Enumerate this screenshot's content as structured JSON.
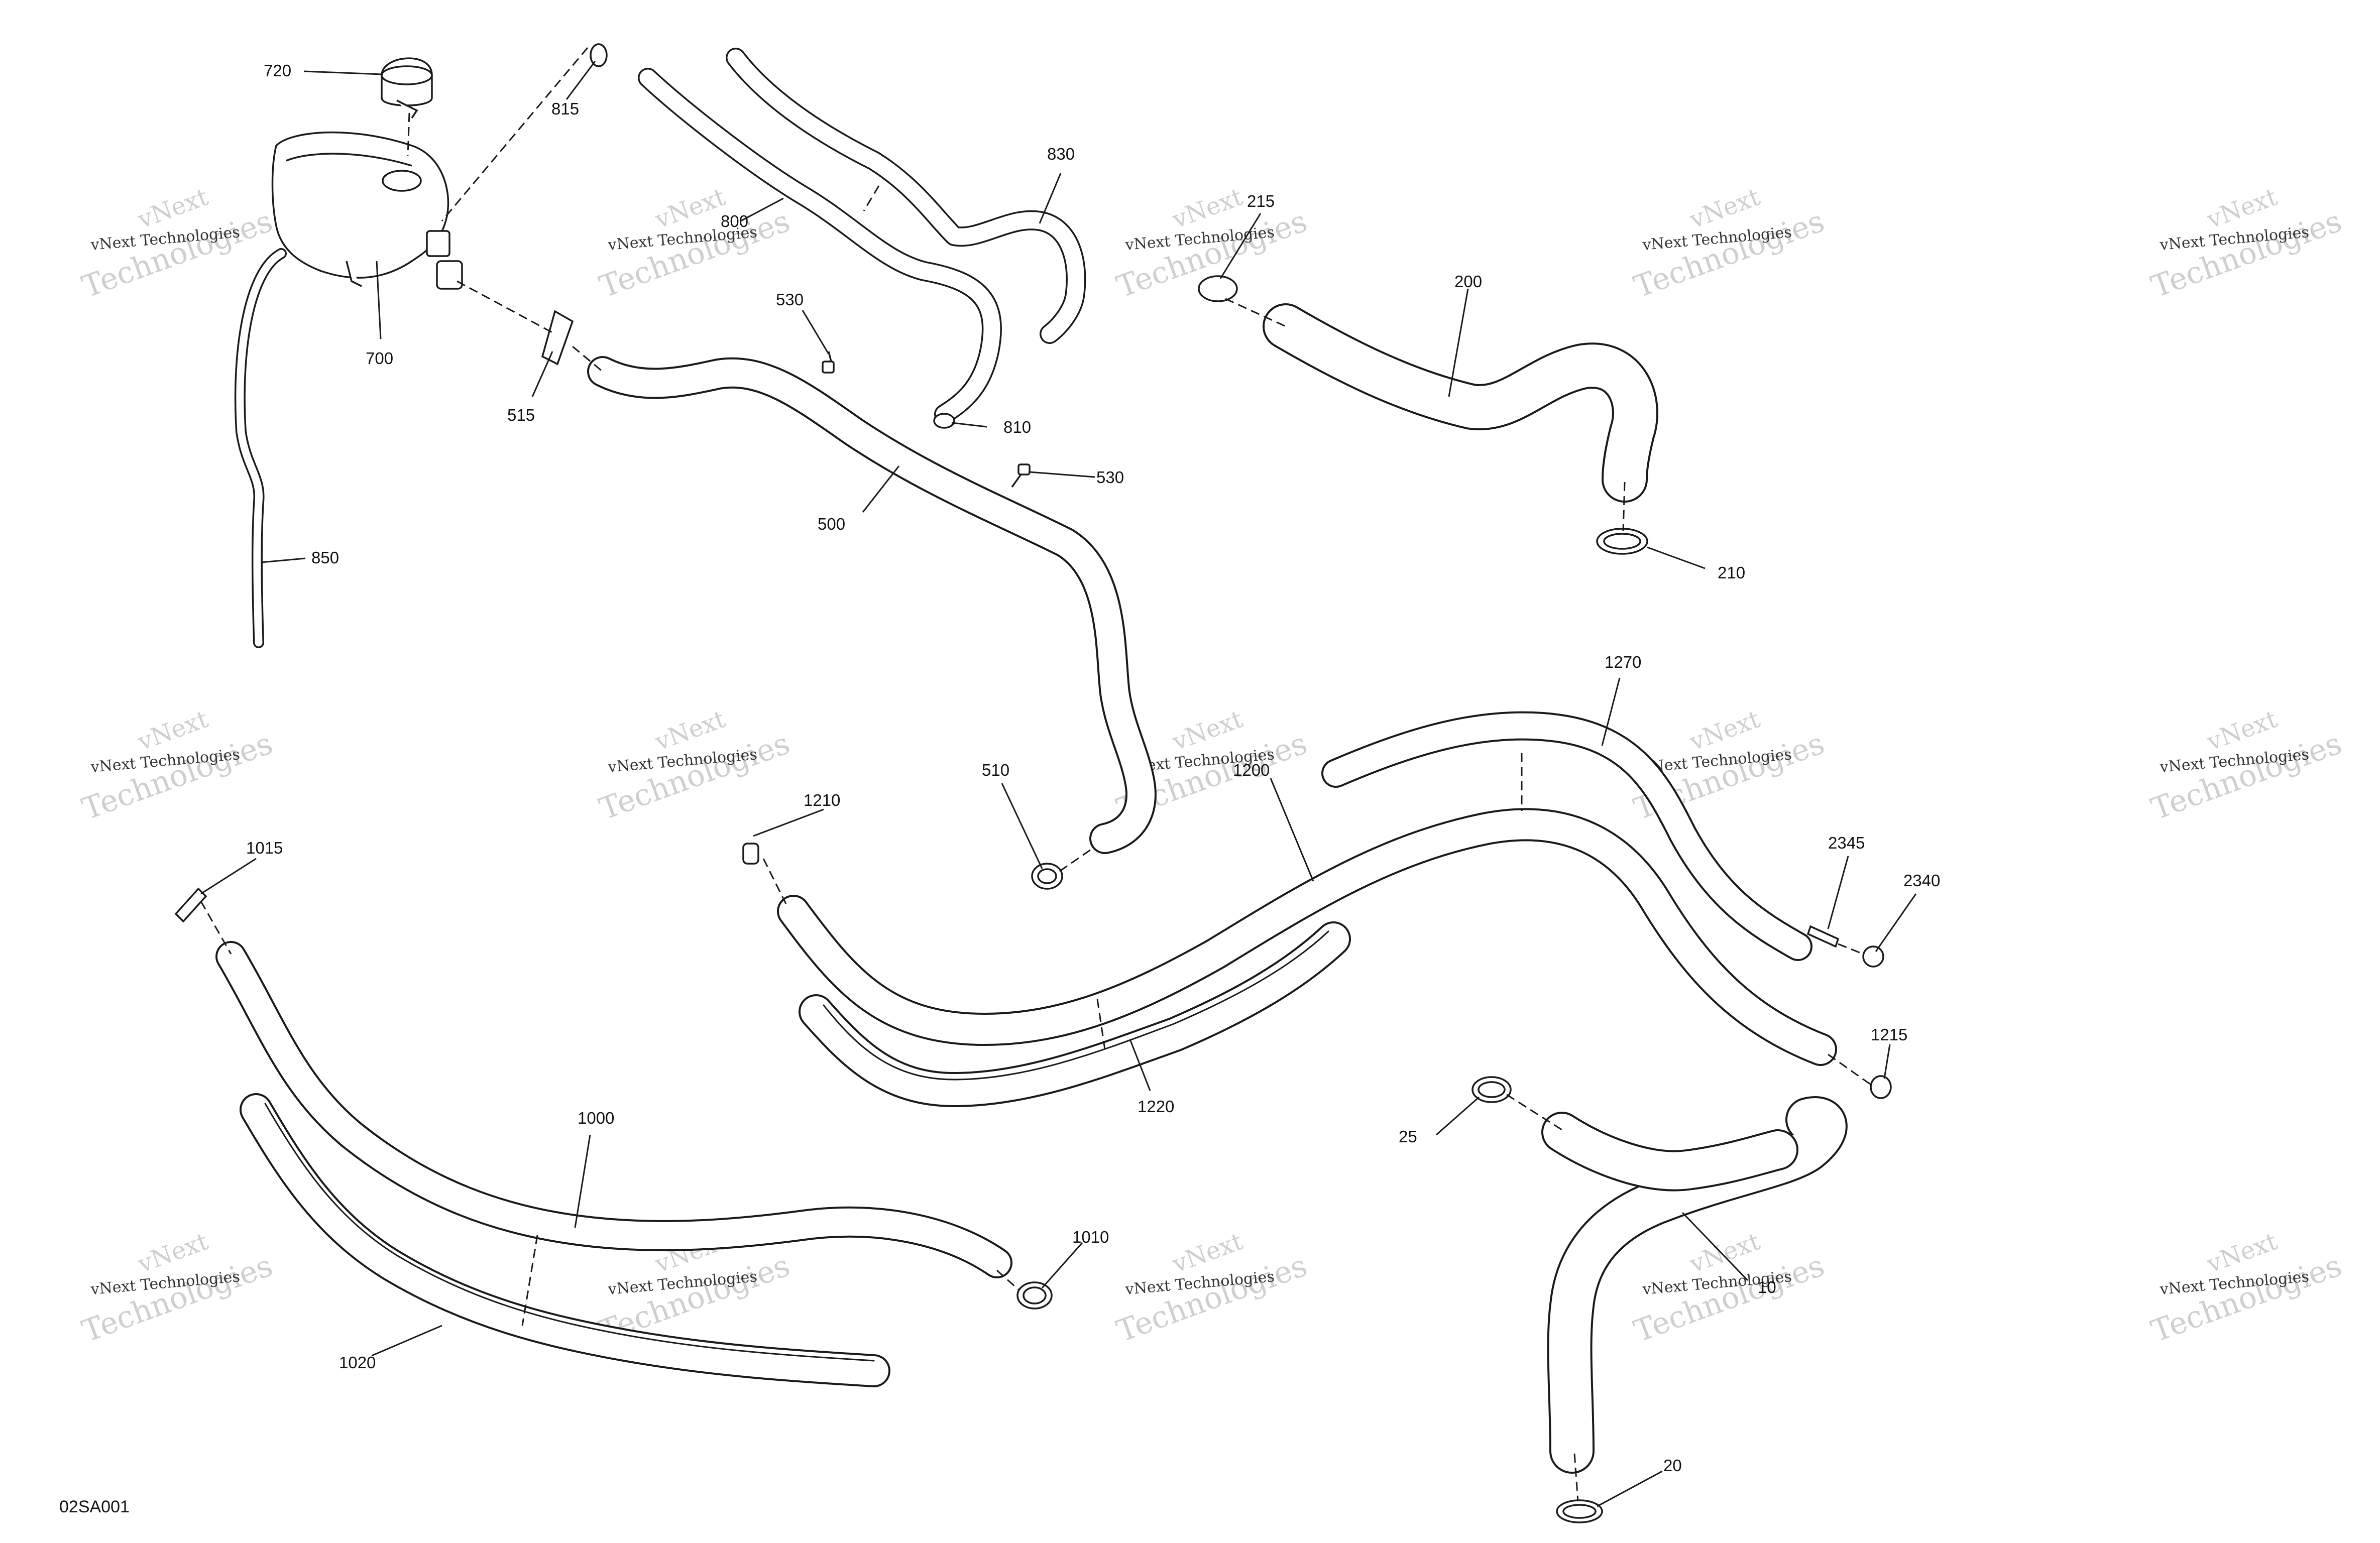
{
  "diagram_id": "02SA001",
  "watermark": {
    "line1": "vNext",
    "line2": "vNext Technologies",
    "line3": "Technologies"
  },
  "callouts": {
    "c720": "720",
    "c815": "815",
    "c830": "830",
    "c800": "800",
    "c215": "215",
    "c200": "200",
    "c700": "700",
    "c530a": "530",
    "c515": "515",
    "c810": "810",
    "c530b": "530",
    "c500": "500",
    "c850": "850",
    "c210": "210",
    "c1270": "1270",
    "c1200": "1200",
    "c510": "510",
    "c1210": "1210",
    "c1015": "1015",
    "c2345": "2345",
    "c2340": "2340",
    "c1215": "1215",
    "c1220": "1220",
    "c1000": "1000",
    "c25": "25",
    "c1010": "1010",
    "c10": "10",
    "c1020": "1020",
    "c20": "20"
  }
}
